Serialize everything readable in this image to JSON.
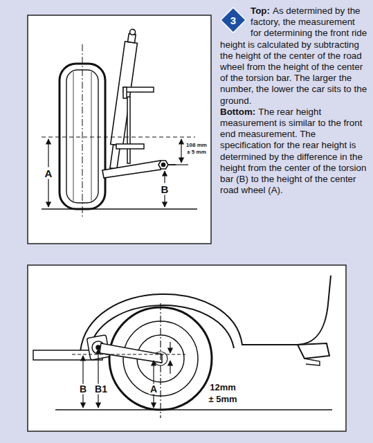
{
  "diagram": {
    "nodes": [
      {
        "text": [
          "3"
        ]
      }
    ],
    "labels": [
      "Top:",
      "As determined by the factory, the measurement for determining the front ride height is calculated by subtracting the height of the center of the road wheel from the height of the center of the torsion bar. The larger the number, the lower the car sits to the ground.",
      "Bottom:",
      "The rear height measurement is similar to the front end measurement. The specification for the rear height is determined by the difference in the height from the center of the torsion bar (B) to the height of the center road wheel (A).",
      "A",
      "B",
      "108 mm",
      "± 5 mm",
      "B",
      "B1",
      "A",
      "12mm",
      "± 5mm"
    ]
  }
}
